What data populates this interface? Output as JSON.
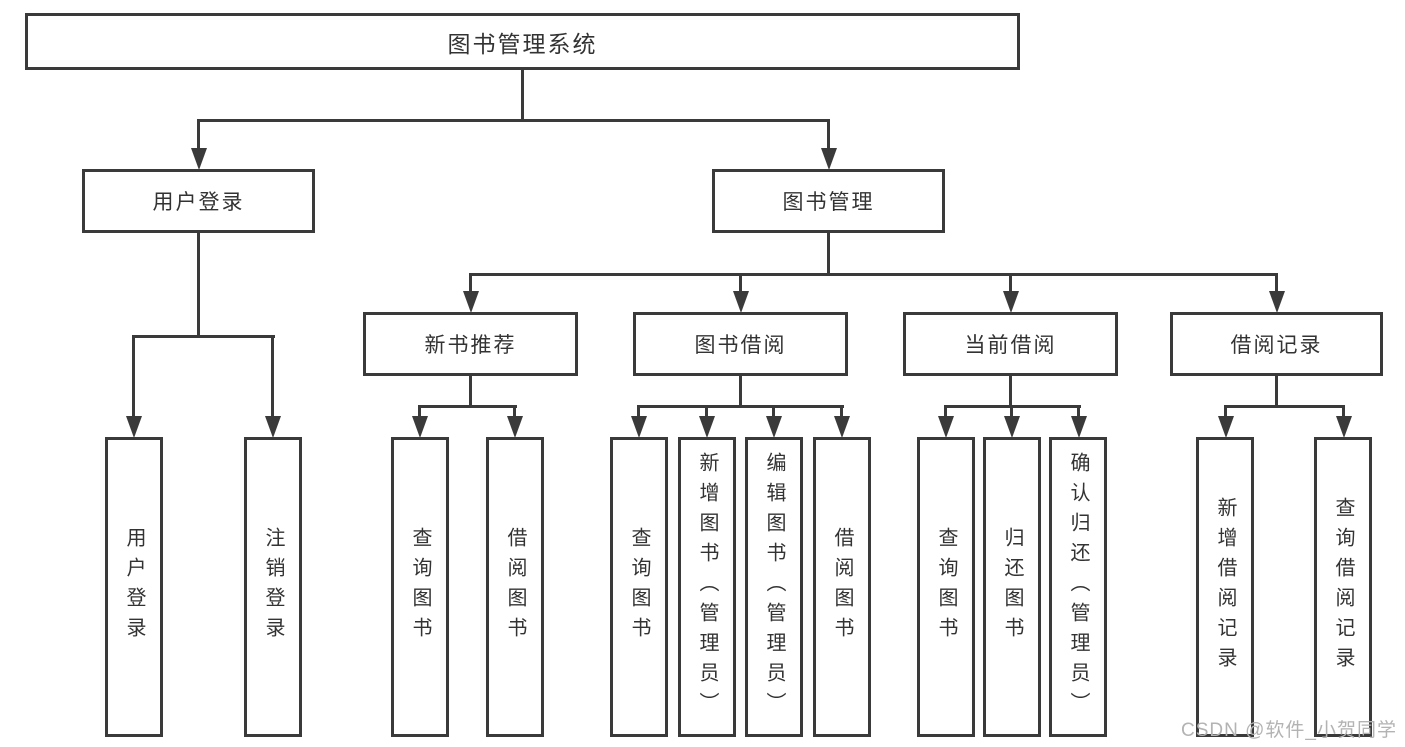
{
  "diagram_title": "图书管理系统",
  "colors": {
    "line": "#3a3a3a",
    "border": "#3a3a3a",
    "text": "#333333",
    "background": "#ffffff",
    "watermark": "#b3b3b3"
  },
  "nodes": {
    "root": "图书管理系统",
    "user_login": "用户登录",
    "book_mgmt": "图书管理",
    "new_book_rec": "新书推荐",
    "book_borrow": "图书借阅",
    "current_borrow": "当前借阅",
    "borrow_record": "借阅记录",
    "user_login_child_1": "用户登录",
    "user_login_child_2": "注销登录",
    "new_book_rec_child_1": "查询图书",
    "new_book_rec_child_2": "借阅图书",
    "book_borrow_child_1": "查询图书",
    "book_borrow_child_2": "新增图书（管理员）",
    "book_borrow_child_3": "编辑图书（管理员）",
    "book_borrow_child_4": "借阅图书",
    "current_borrow_child_1": "查询图书",
    "current_borrow_child_2": "归还图书",
    "current_borrow_child_3": "确认归还（管理员）",
    "borrow_record_child_1": "新增借阅记录",
    "borrow_record_child_2": "查询借阅记录"
  },
  "watermark": "CSDN @软件_小贺同学"
}
